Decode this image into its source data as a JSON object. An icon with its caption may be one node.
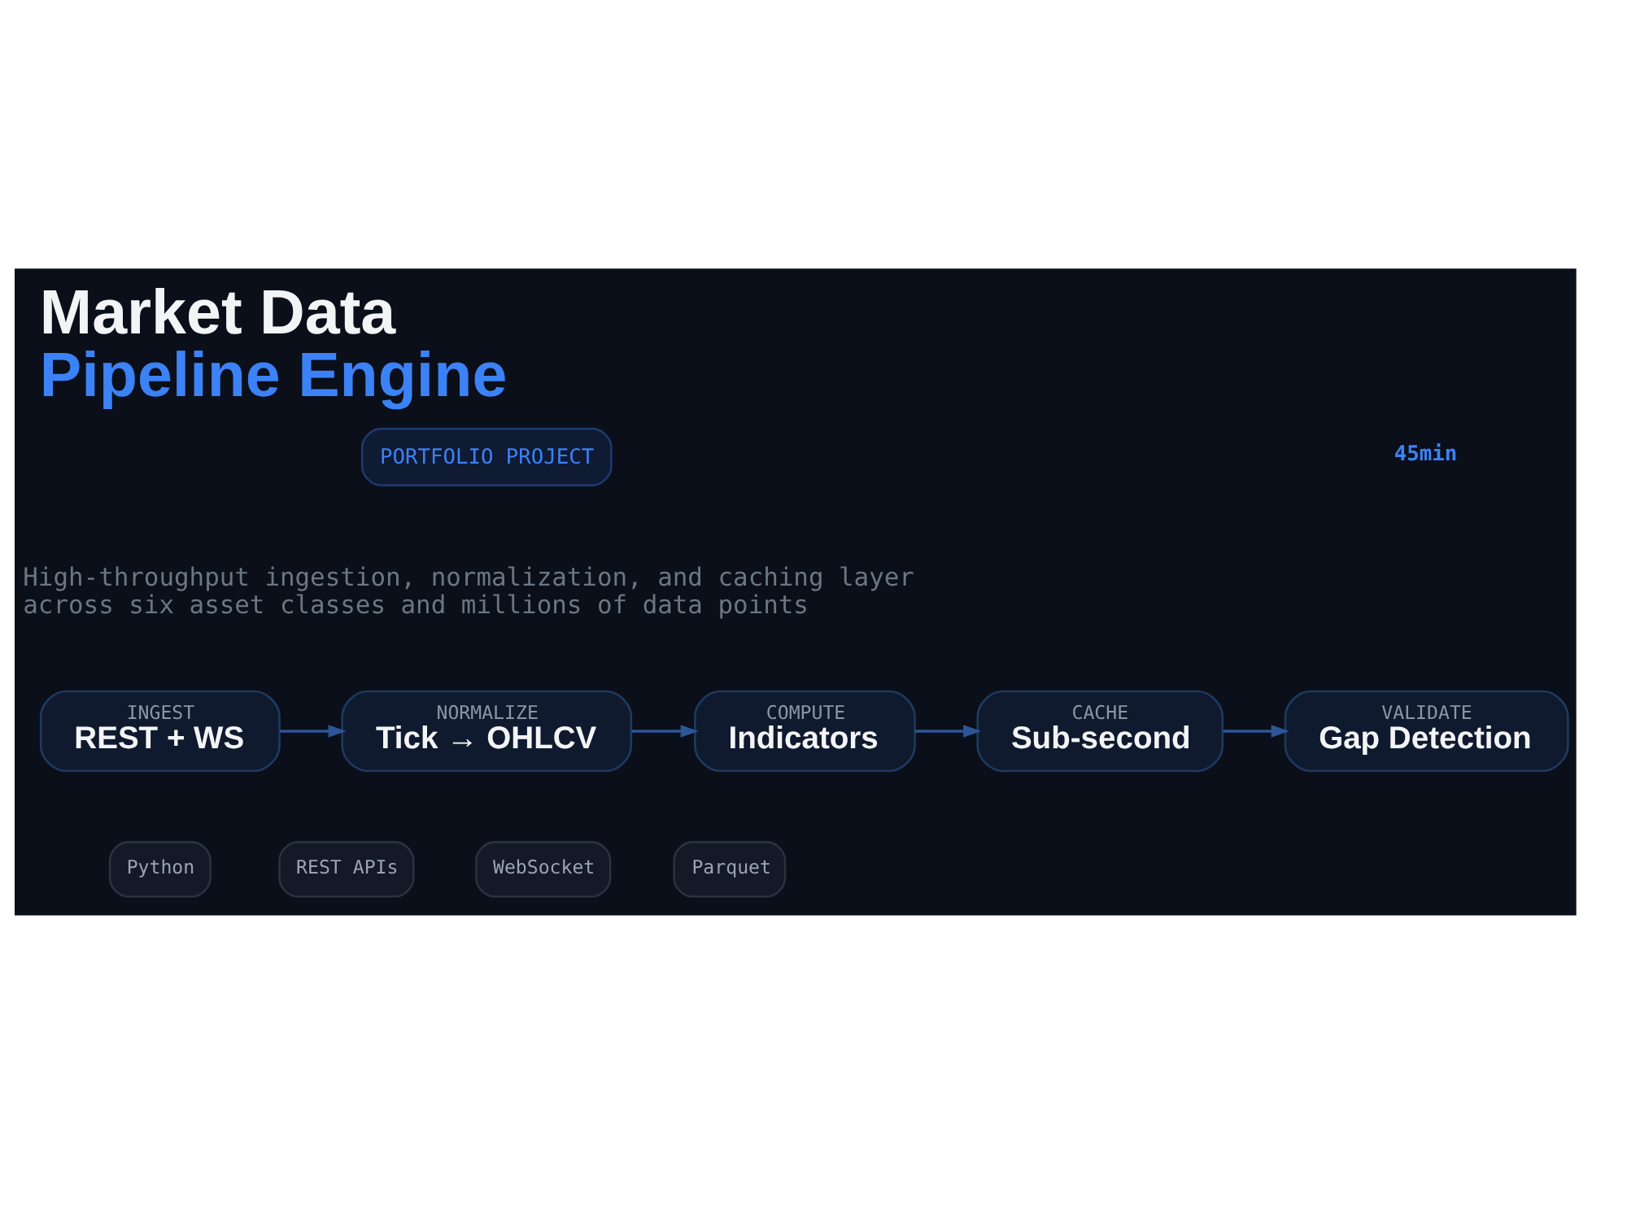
{
  "diagram": {
    "title": "Market Data Pipeline Engine",
    "nodes": [
      {
        "text": [
          "INGEST",
          "REST + WS"
        ]
      },
      {
        "text": [
          "NORMALIZE",
          "Tick → OHLCV"
        ]
      },
      {
        "text": [
          "COMPUTE",
          "Indicators"
        ]
      },
      {
        "text": [
          "CACHE",
          "Sub-second"
        ]
      },
      {
        "text": [
          "VALIDATE",
          "Gap Detection"
        ]
      }
    ],
    "edges": [
      {
        "from": 0,
        "to": 1,
        "arrow": "to"
      },
      {
        "from": 1,
        "to": 2,
        "arrow": "to"
      },
      {
        "from": 2,
        "to": 3,
        "arrow": "to"
      },
      {
        "from": 3,
        "to": 4,
        "arrow": "to"
      }
    ],
    "labels": [
      "PORTFOLIO PROJECT",
      "45min",
      "High-throughput ingestion, normalization, and caching layer across six asset classes and millions of data points",
      "Python",
      "REST APIs",
      "WebSocket",
      "Parquet"
    ]
  }
}
